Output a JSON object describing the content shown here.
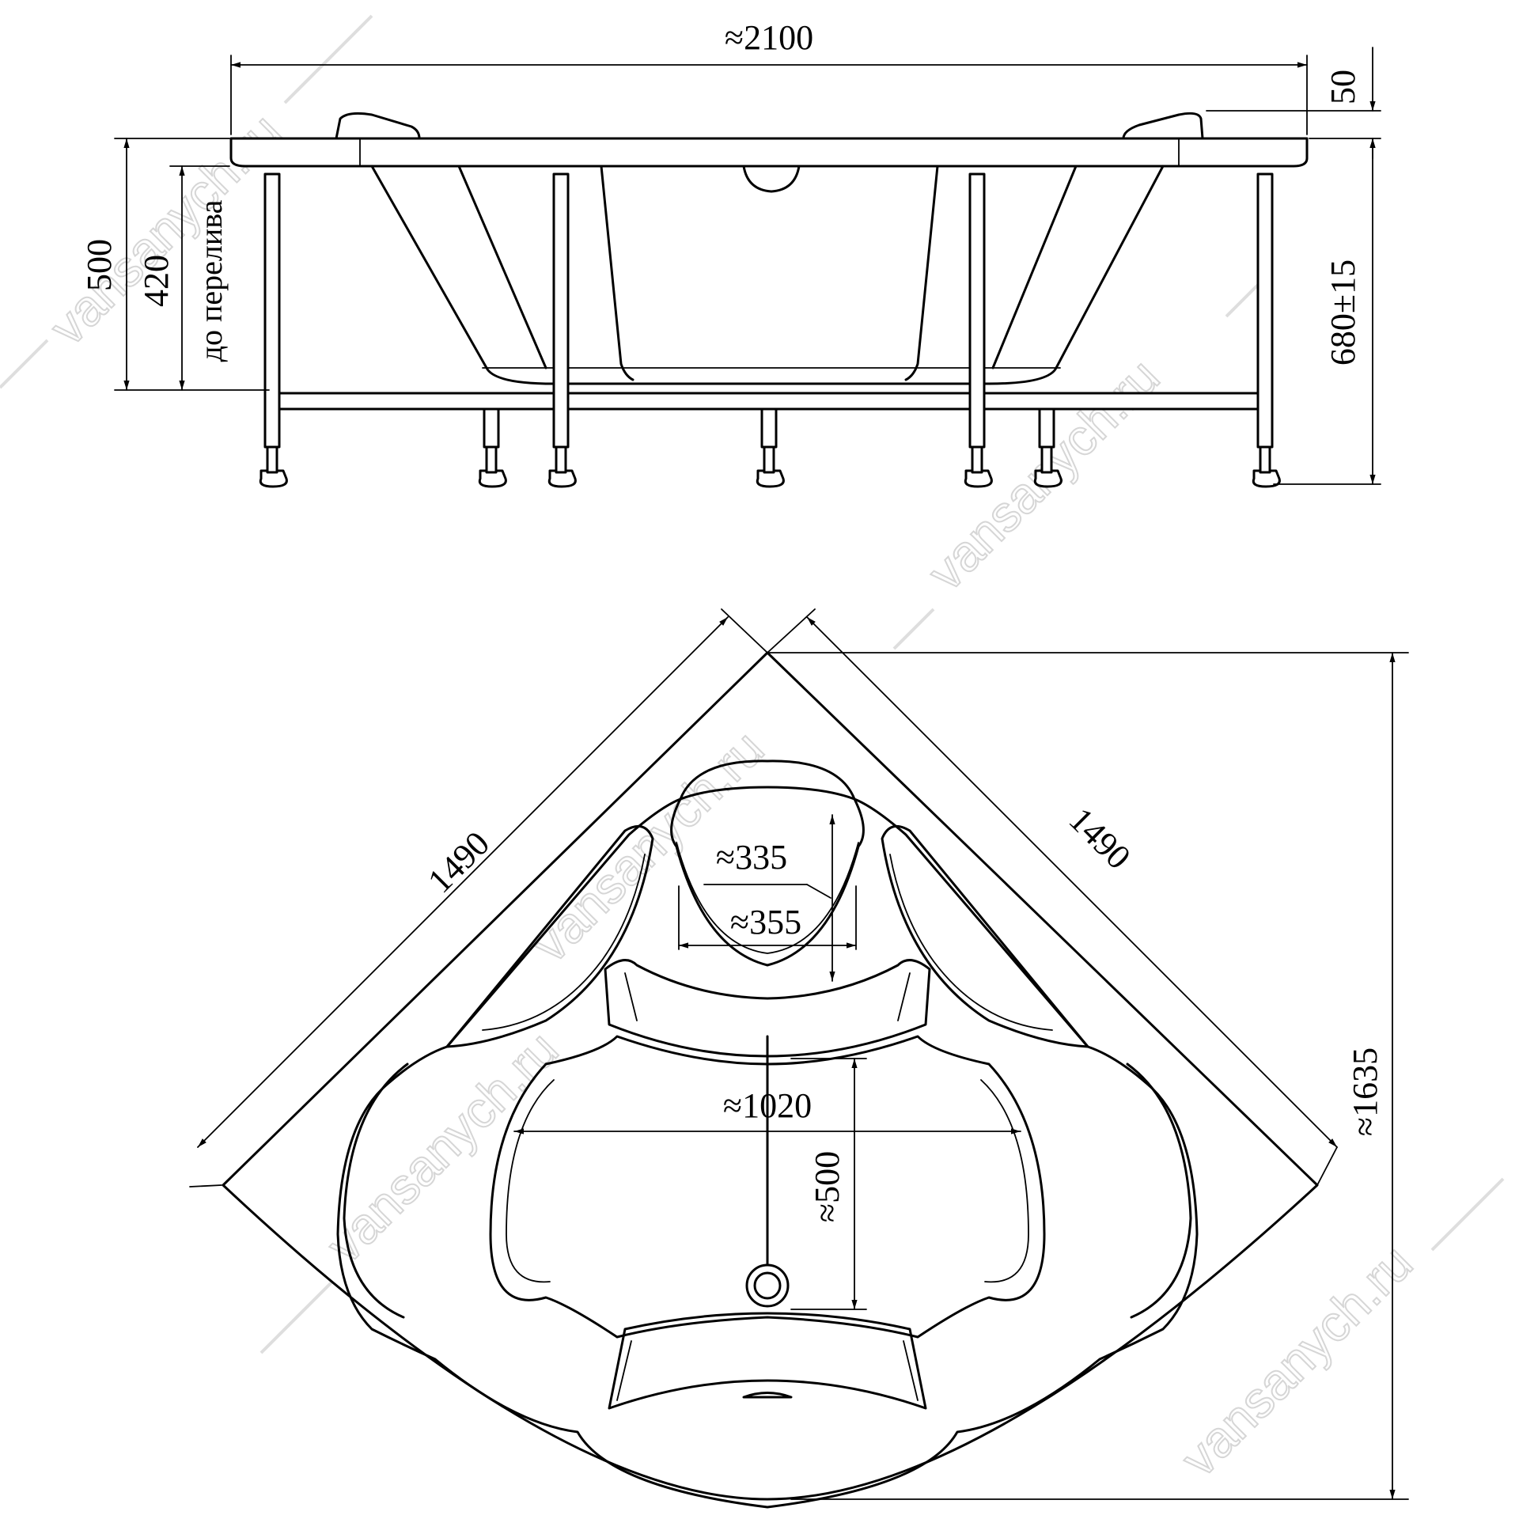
{
  "side_view": {
    "width": "≈2100",
    "rim_offset": "50",
    "height_to_rim": "500",
    "height_to_overflow": "420",
    "overflow_label": "до перелива",
    "total_height": "680±15"
  },
  "top_view": {
    "side_left": "1490",
    "side_right": "1490",
    "depth": "≈1635",
    "headrest_depth": "≈335",
    "headrest_width": "≈355",
    "bowl_width": "≈1020",
    "bowl_to_drain": "≈500"
  },
  "watermark": "vansanych.ru"
}
